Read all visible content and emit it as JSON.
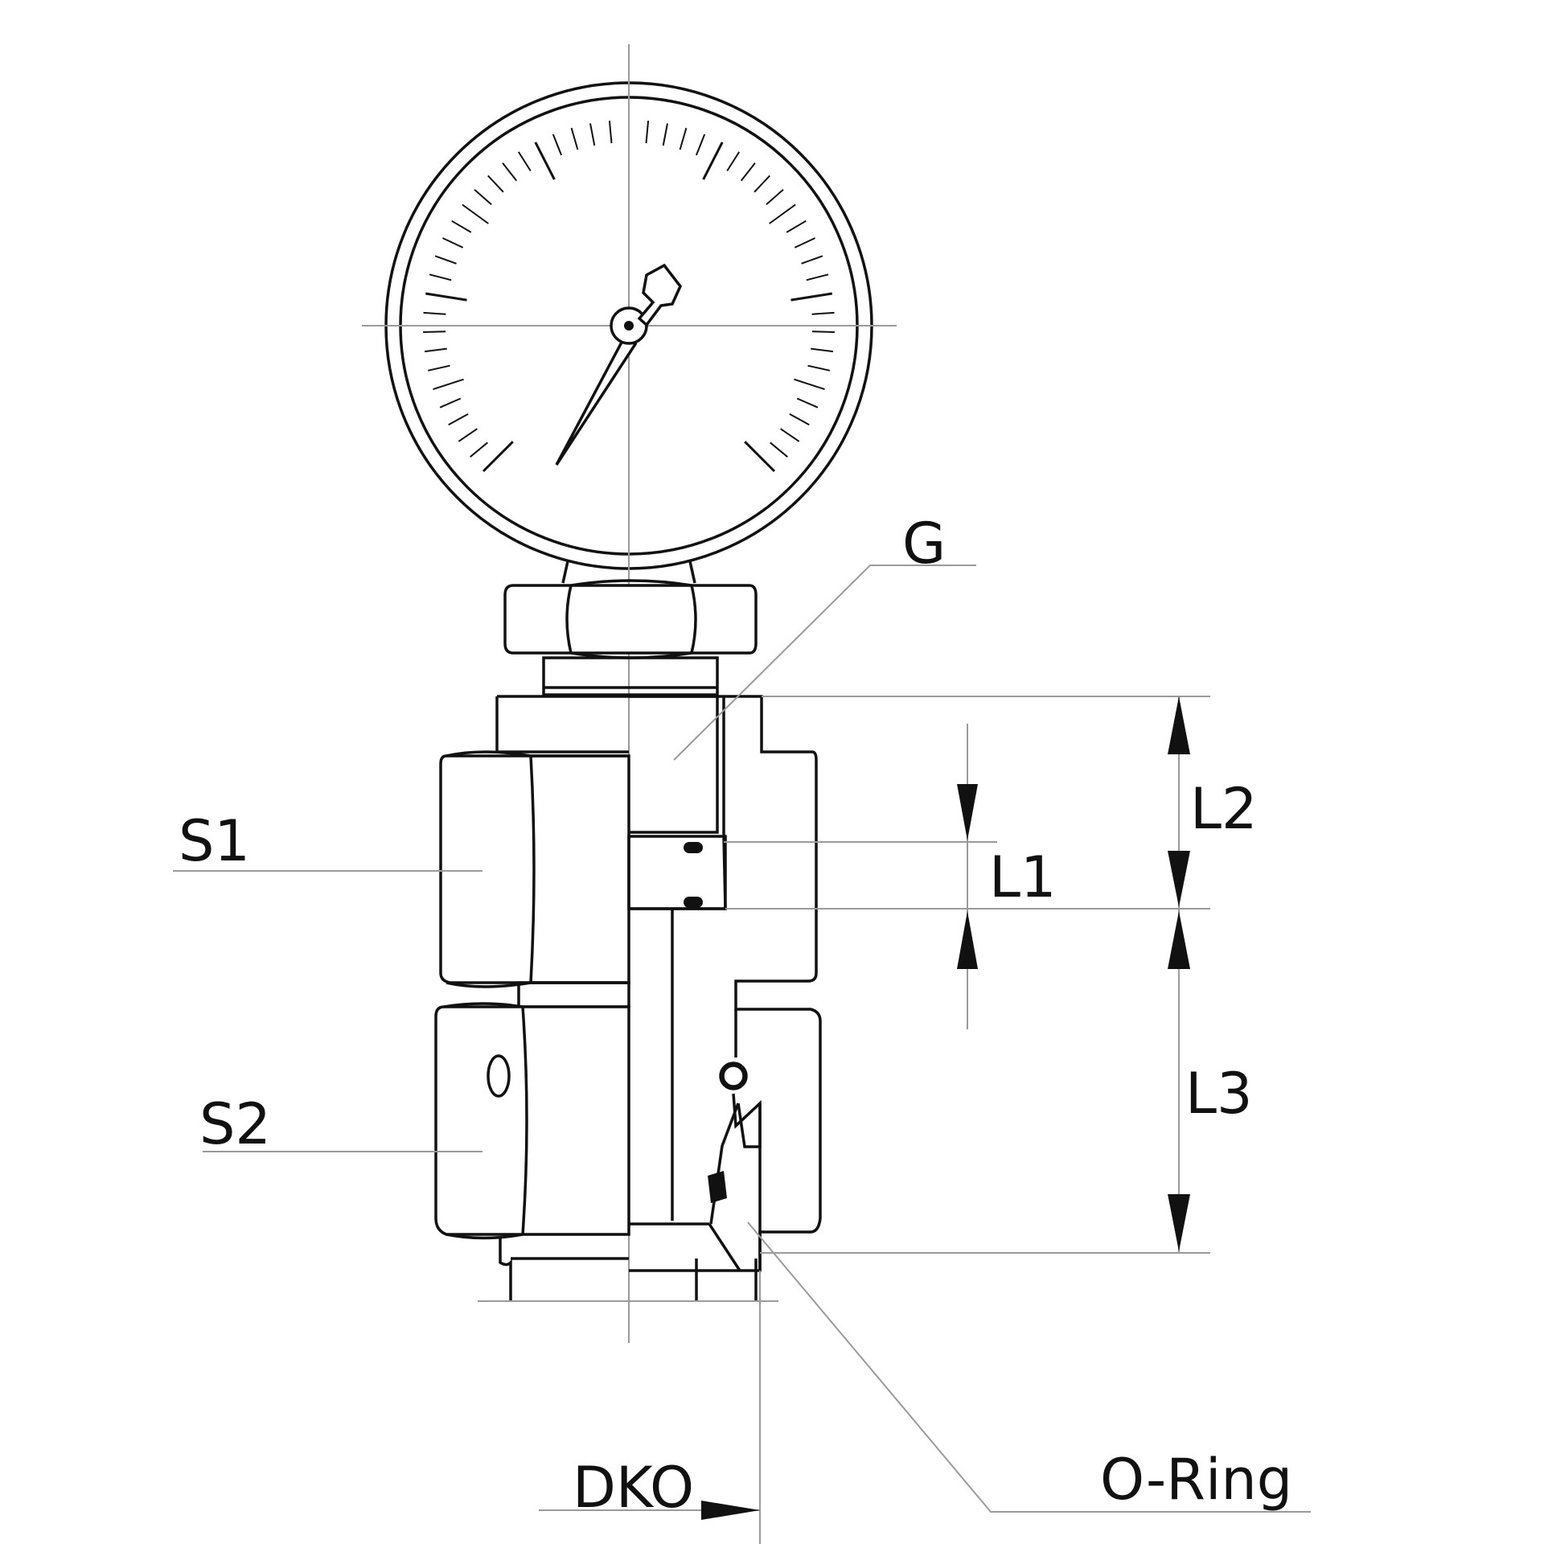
{
  "diagram": {
    "labels": {
      "g": "G",
      "s1": "S1",
      "s2": "S2",
      "l1": "L1",
      "l2": "L2",
      "l3": "L3",
      "dko": "DKO",
      "o_ring": "O-Ring"
    },
    "icons": [
      "pressure-gauge",
      "hex-nut",
      "dimension-arrow"
    ]
  }
}
